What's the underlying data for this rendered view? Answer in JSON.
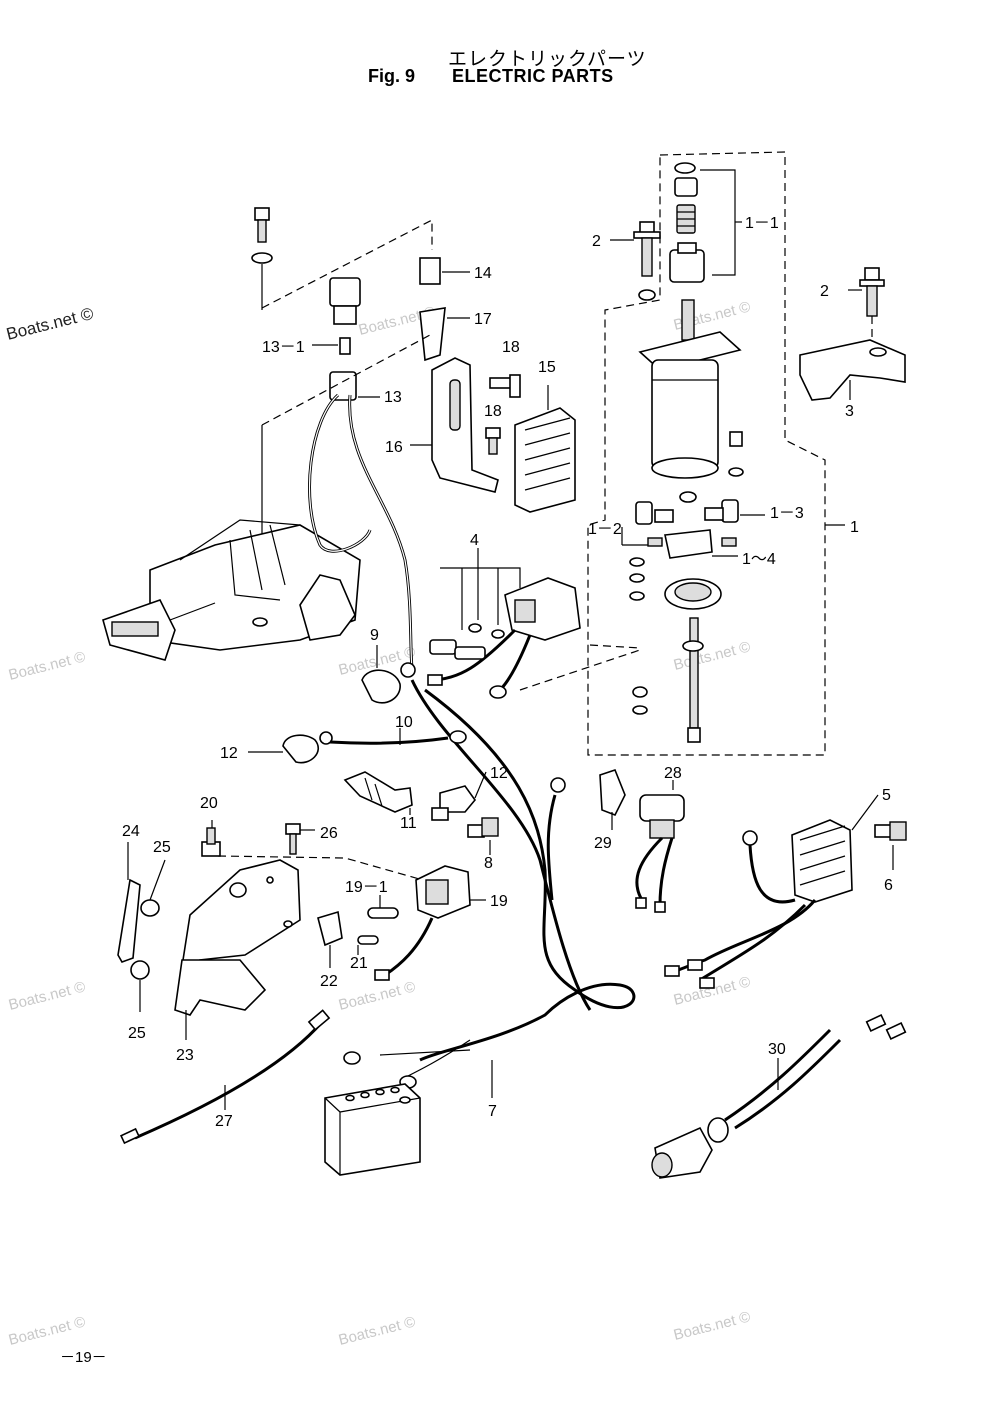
{
  "header": {
    "title_jp": "エレクトリックパーツ",
    "fig_label": "Fig. 9",
    "title_en": "ELECTRIC PARTS"
  },
  "watermark": {
    "main": "Boats.net ©",
    "faint": "Boats.net ©"
  },
  "callouts": {
    "c1": "1",
    "c1_1": "1－1",
    "c1_2": "1－2",
    "c1_3": "1－3",
    "c1_4": "1～4",
    "c2a": "2",
    "c2b": "2",
    "c3": "3",
    "c4": "4",
    "c5": "5",
    "c6": "6",
    "c7": "7",
    "c8": "8",
    "c9": "9",
    "c10": "10",
    "c11": "11",
    "c12a": "12",
    "c12b": "12",
    "c13": "13",
    "c13_1": "13－1",
    "c14": "14",
    "c15": "15",
    "c16": "16",
    "c17": "17",
    "c18a": "18",
    "c18b": "18",
    "c19": "19",
    "c19_1": "19－1",
    "c20": "20",
    "c21": "21",
    "c22": "22",
    "c23": "23",
    "c24": "24",
    "c25a": "25",
    "c25b": "25",
    "c26": "26",
    "c27": "27",
    "c28": "28",
    "c29": "29",
    "c30": "30"
  },
  "footer": {
    "page_number": "－19－"
  }
}
